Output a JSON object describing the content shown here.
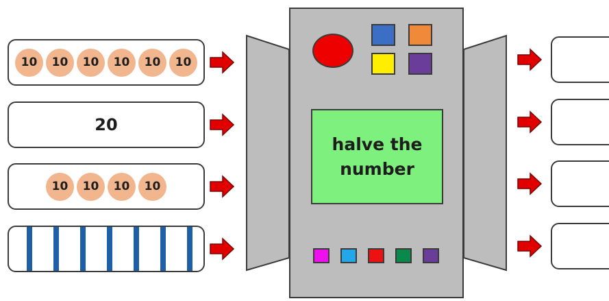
{
  "machine": {
    "instruction": "halve the number",
    "colors": {
      "body": "#bdbdbd",
      "screen": "#7ef07e",
      "big_button": "#ee0000",
      "top_buttons": [
        "#3b6fc6",
        "#f08a3a",
        "#ffee00",
        "#6a3d9a"
      ],
      "bottom_buttons": [
        "#ee10ee",
        "#22a7e8",
        "#ee1111",
        "#0a8a4a",
        "#6a3d9a"
      ]
    }
  },
  "inputs": [
    {
      "type": "counters",
      "labels": [
        "10",
        "10",
        "10",
        "10",
        "10",
        "10"
      ]
    },
    {
      "type": "number",
      "text": "20"
    },
    {
      "type": "counters",
      "labels": [
        "10",
        "10",
        "10",
        "10"
      ]
    },
    {
      "type": "rods",
      "rod_count": 7,
      "rod_color": "#1e5fa8"
    }
  ],
  "outputs": [
    "",
    "",
    "",
    ""
  ],
  "arrow_color": "#e00000",
  "icons": [
    "right-arrow-icon",
    "funnel-icon"
  ]
}
